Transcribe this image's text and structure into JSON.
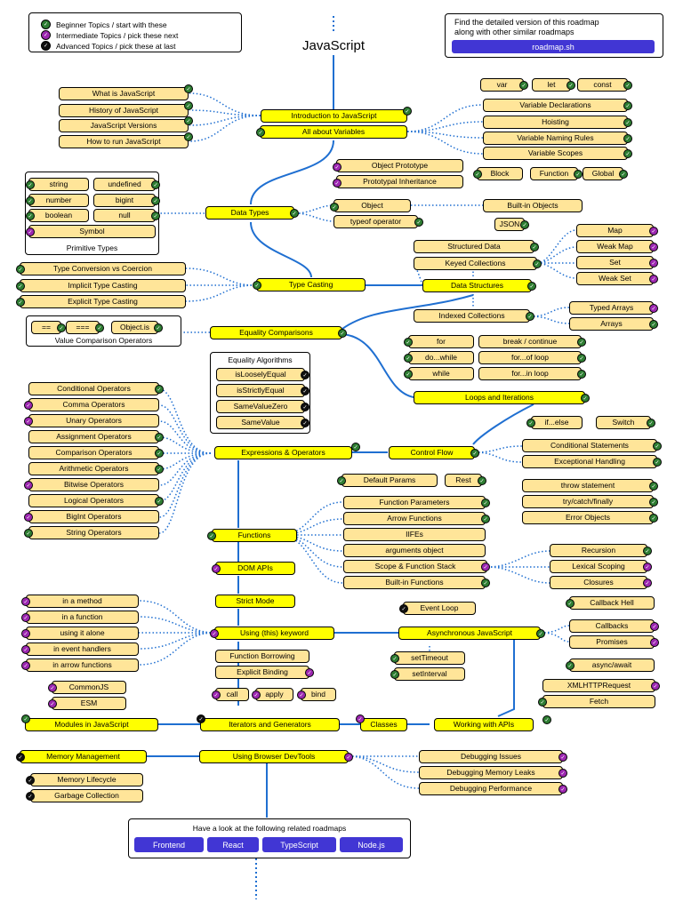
{
  "legend": [
    {
      "label": "Beginner Topics / start with these",
      "color": "#2e7d32"
    },
    {
      "label": "Intermediate Topics / pick these next",
      "color": "#9c27b0"
    },
    {
      "label": "Advanced Topics / pick these at last",
      "color": "#111111"
    }
  ],
  "title": "JavaScript",
  "info": {
    "line1": "Find the detailed version of this roadmap",
    "line2": "along with other similar roadmaps",
    "button": "roadmap.sh"
  },
  "captions": {
    "primitive_types": "Primitive Types",
    "value_comparison": "Value Comparison Operators",
    "equality_algorithms": "Equality Algorithms"
  },
  "related": {
    "text": "Have a look at the following related roadmaps",
    "items": [
      "Frontend",
      "React",
      "TypeScript",
      "Node.js"
    ]
  },
  "nodes": [
    {
      "id": "n001",
      "label": "What is JavaScript"
    },
    {
      "id": "n002",
      "label": "History of JavaScript"
    },
    {
      "id": "n003",
      "label": "JavaScript Versions"
    },
    {
      "id": "n004",
      "label": "How to run JavaScript"
    },
    {
      "id": "n005",
      "label": "Introduction to JavaScript"
    },
    {
      "id": "n006",
      "label": "All about Variables"
    },
    {
      "id": "n007",
      "label": "var"
    },
    {
      "id": "n008",
      "label": "let"
    },
    {
      "id": "n009",
      "label": "const"
    },
    {
      "id": "n010",
      "label": "Variable Declarations"
    },
    {
      "id": "n011",
      "label": "Hoisting"
    },
    {
      "id": "n012",
      "label": "Variable Naming Rules"
    },
    {
      "id": "n013",
      "label": "Variable Scopes"
    },
    {
      "id": "n014",
      "label": "Block"
    },
    {
      "id": "n015",
      "label": "Function"
    },
    {
      "id": "n016",
      "label": "Global"
    },
    {
      "id": "n017",
      "label": "string"
    },
    {
      "id": "n018",
      "label": "undefined"
    },
    {
      "id": "n019",
      "label": "number"
    },
    {
      "id": "n020",
      "label": "bigint"
    },
    {
      "id": "n021",
      "label": "boolean"
    },
    {
      "id": "n022",
      "label": "null"
    },
    {
      "id": "n023",
      "label": "Symbol"
    },
    {
      "id": "n024",
      "label": "Data Types"
    },
    {
      "id": "n025",
      "label": "Object Prototype"
    },
    {
      "id": "n026",
      "label": "Prototypal Inheritance"
    },
    {
      "id": "n027",
      "label": "Object"
    },
    {
      "id": "n028",
      "label": "typeof operator"
    },
    {
      "id": "n029",
      "label": "Built-in Objects"
    },
    {
      "id": "n030",
      "label": "JSON"
    },
    {
      "id": "n031",
      "label": "Structured Data"
    },
    {
      "id": "n032",
      "label": "Keyed Collections"
    },
    {
      "id": "n033",
      "label": "Map"
    },
    {
      "id": "n034",
      "label": "Weak Map"
    },
    {
      "id": "n035",
      "label": "Set"
    },
    {
      "id": "n036",
      "label": "Weak Set"
    },
    {
      "id": "n037",
      "label": "Type Conversion vs Coercion"
    },
    {
      "id": "n038",
      "label": "Implicit Type Casting"
    },
    {
      "id": "n039",
      "label": "Explicit Type Casting"
    },
    {
      "id": "n040",
      "label": "Type Casting"
    },
    {
      "id": "n041",
      "label": "Data Structures"
    },
    {
      "id": "n042",
      "label": "Indexed Collections"
    },
    {
      "id": "n043",
      "label": "Typed Arrays"
    },
    {
      "id": "n044",
      "label": "Arrays"
    },
    {
      "id": "n045",
      "label": "=="
    },
    {
      "id": "n046",
      "label": "==="
    },
    {
      "id": "n047",
      "label": "Object.is"
    },
    {
      "id": "n048",
      "label": "Equality Comparisons"
    },
    {
      "id": "n049",
      "label": "for"
    },
    {
      "id": "n050",
      "label": "break / continue"
    },
    {
      "id": "n051",
      "label": "do...while"
    },
    {
      "id": "n052",
      "label": "for...of loop"
    },
    {
      "id": "n053",
      "label": "while"
    },
    {
      "id": "n054",
      "label": "for...in loop"
    },
    {
      "id": "n055",
      "label": "Loops and Iterations"
    },
    {
      "id": "n056",
      "label": "isLooselyEqual"
    },
    {
      "id": "n057",
      "label": "isStrictlyEqual"
    },
    {
      "id": "n058",
      "label": "SameValueZero"
    },
    {
      "id": "n059",
      "label": "SameValue"
    },
    {
      "id": "n060",
      "label": "Conditional Operators"
    },
    {
      "id": "n061",
      "label": "Comma Operators"
    },
    {
      "id": "n062",
      "label": "Unary Operators"
    },
    {
      "id": "n063",
      "label": "Assignment Operators"
    },
    {
      "id": "n064",
      "label": "Comparison Operators"
    },
    {
      "id": "n065",
      "label": "Arithmetic Operators"
    },
    {
      "id": "n066",
      "label": "Bitwise Operators"
    },
    {
      "id": "n067",
      "label": "Logical Operators"
    },
    {
      "id": "n068",
      "label": "BigInt Operators"
    },
    {
      "id": "n069",
      "label": "String Operators"
    },
    {
      "id": "n070",
      "label": "Expressions & Operators"
    },
    {
      "id": "n071",
      "label": "Control Flow"
    },
    {
      "id": "n072",
      "label": "if...else"
    },
    {
      "id": "n073",
      "label": "Switch"
    },
    {
      "id": "n074",
      "label": "Conditional Statements"
    },
    {
      "id": "n075",
      "label": "Exceptional Handling"
    },
    {
      "id": "n076",
      "label": "throw statement"
    },
    {
      "id": "n077",
      "label": "try/catch/finally"
    },
    {
      "id": "n078",
      "label": "Error Objects"
    },
    {
      "id": "n079",
      "label": "Default Params"
    },
    {
      "id": "n080",
      "label": "Rest"
    },
    {
      "id": "n081",
      "label": "Function Parameters"
    },
    {
      "id": "n082",
      "label": "Arrow Functions"
    },
    {
      "id": "n083",
      "label": "IIFEs"
    },
    {
      "id": "n084",
      "label": "arguments object"
    },
    {
      "id": "n085",
      "label": "Scope & Function Stack"
    },
    {
      "id": "n086",
      "label": "Built-in Functions"
    },
    {
      "id": "n087",
      "label": "Functions"
    },
    {
      "id": "n088",
      "label": "Recursion"
    },
    {
      "id": "n089",
      "label": "Lexical Scoping"
    },
    {
      "id": "n090",
      "label": "Closures"
    },
    {
      "id": "n091",
      "label": "DOM APIs"
    },
    {
      "id": "n092",
      "label": "Strict Mode"
    },
    {
      "id": "n093",
      "label": "in a method"
    },
    {
      "id": "n094",
      "label": "in a function"
    },
    {
      "id": "n095",
      "label": "using it alone"
    },
    {
      "id": "n096",
      "label": "in event handlers"
    },
    {
      "id": "n097",
      "label": "in arrow functions"
    },
    {
      "id": "n098",
      "label": "Using (this) keyword"
    },
    {
      "id": "n099",
      "label": "Function Borrowing"
    },
    {
      "id": "n100",
      "label": "Explicit Binding"
    },
    {
      "id": "n101",
      "label": "call"
    },
    {
      "id": "n102",
      "label": "apply"
    },
    {
      "id": "n103",
      "label": "bind"
    },
    {
      "id": "n104",
      "label": "Event Loop"
    },
    {
      "id": "n105",
      "label": "Asynchronous JavaScript"
    },
    {
      "id": "n106",
      "label": "setTimeout"
    },
    {
      "id": "n107",
      "label": "setInterval"
    },
    {
      "id": "n108",
      "label": "Callback Hell"
    },
    {
      "id": "n109",
      "label": "Callbacks"
    },
    {
      "id": "n110",
      "label": "Promises"
    },
    {
      "id": "n111",
      "label": "async/await"
    },
    {
      "id": "n112",
      "label": "XMLHTTPRequest"
    },
    {
      "id": "n113",
      "label": "Fetch"
    },
    {
      "id": "n114",
      "label": "CommonJS"
    },
    {
      "id": "n115",
      "label": "ESM"
    },
    {
      "id": "n116",
      "label": "Modules in JavaScript"
    },
    {
      "id": "n117",
      "label": "Iterators and Generators"
    },
    {
      "id": "n118",
      "label": "Classes"
    },
    {
      "id": "n119",
      "label": "Working with APIs"
    },
    {
      "id": "n120",
      "label": "Memory Management"
    },
    {
      "id": "n121",
      "label": "Using Browser DevTools"
    },
    {
      "id": "n122",
      "label": "Memory Lifecycle"
    },
    {
      "id": "n123",
      "label": "Garbage Collection"
    },
    {
      "id": "n124",
      "label": "Debugging Issues"
    },
    {
      "id": "n125",
      "label": "Debugging Memory Leaks"
    },
    {
      "id": "n126",
      "label": "Debugging Performance"
    }
  ]
}
